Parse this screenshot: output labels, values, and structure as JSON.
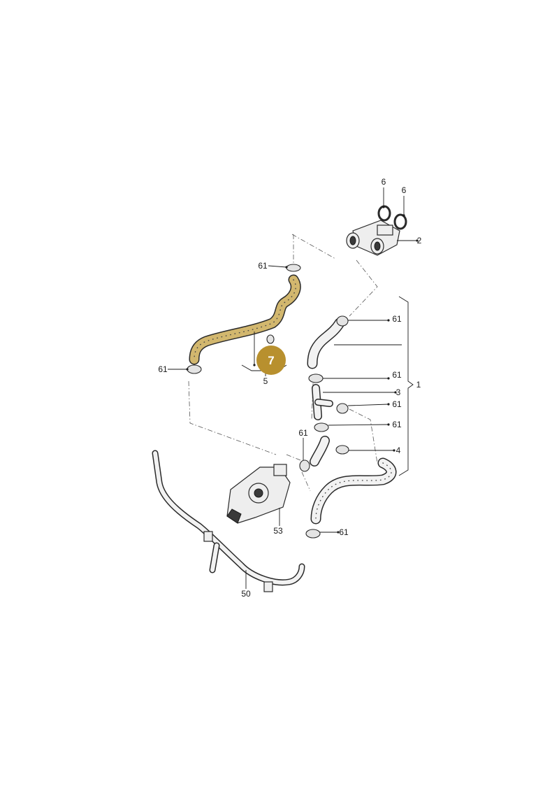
{
  "callouts": {
    "p1": "1",
    "p2": "2",
    "p3": "3",
    "p4": "4",
    "p5": "5",
    "p6a": "6",
    "p6b": "6",
    "p50": "50",
    "p53": "53",
    "c61_top_left": "61",
    "c61_left": "61",
    "c61_r1": "61",
    "c61_r2": "61",
    "c61_r3": "61",
    "c61_r4": "61",
    "c61_mid": "61",
    "c61_bottom": "61"
  },
  "highlight": {
    "label": "7",
    "color": "#b8902e"
  },
  "colors": {
    "highlighted_hose": "#d2b76e",
    "line": "#2a2a2a"
  }
}
